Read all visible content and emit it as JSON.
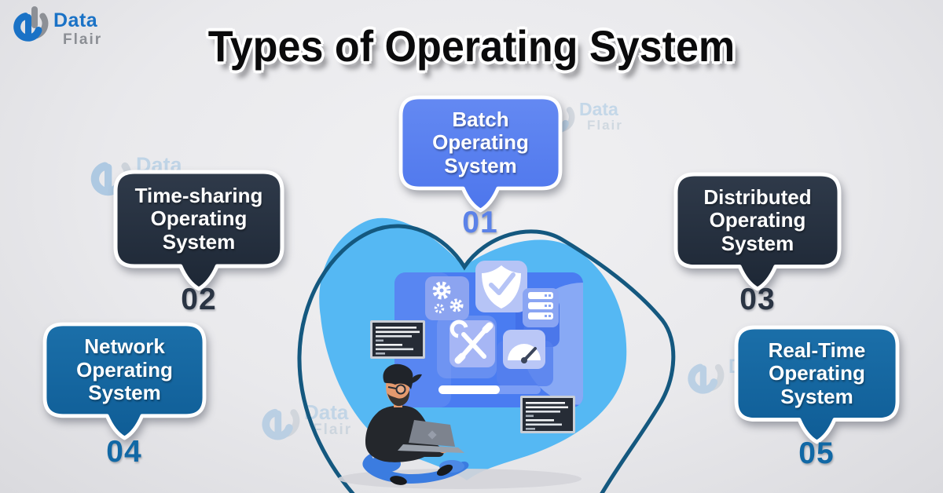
{
  "brand": {
    "primary": "Data",
    "secondary": "Flair"
  },
  "title": "Types of Operating System",
  "watermark": {
    "primary": "Data",
    "secondary": "Flair"
  },
  "items": [
    {
      "number": "01",
      "lines": [
        "Batch",
        "Operating",
        "System"
      ],
      "bubble_top": "#6489f2",
      "bubble_bottom": "#4d76ec",
      "number_color": "#5b82e8"
    },
    {
      "number": "02",
      "lines": [
        "Time-sharing",
        "Operating",
        "System"
      ],
      "bubble_top": "#2f3a4a",
      "bubble_bottom": "#1d2735",
      "number_color": "#2a3443"
    },
    {
      "number": "03",
      "lines": [
        "Distributed",
        "Operating",
        "System"
      ],
      "bubble_top": "#2f3a4a",
      "bubble_bottom": "#1d2735",
      "number_color": "#2a3443"
    },
    {
      "number": "04",
      "lines": [
        "Network",
        "Operating",
        "System"
      ],
      "bubble_top": "#1b6fa9",
      "bubble_bottom": "#0f5d96",
      "number_color": "#1168a5"
    },
    {
      "number": "05",
      "lines": [
        "Real-Time",
        "Operating",
        "System"
      ],
      "bubble_top": "#1b6fa9",
      "bubble_bottom": "#0f5d96",
      "number_color": "#1168a5"
    }
  ],
  "illustration": {
    "icons": [
      "gears-icon",
      "shield-check-icon",
      "server-icon",
      "tools-icon",
      "gauge-icon",
      "terminal-window-icon",
      "laptop-icon",
      "person"
    ],
    "colors": {
      "blob": "#55b8f3",
      "outline": "#14587f",
      "panel": "#4a7cf1"
    }
  },
  "colors": {
    "background": "#e9e9ec",
    "brand_blue": "#1a72c6",
    "brand_gray": "#8b8e94",
    "title_text": "#0b0b0c",
    "watermark_blue": "#9dc3e2"
  }
}
